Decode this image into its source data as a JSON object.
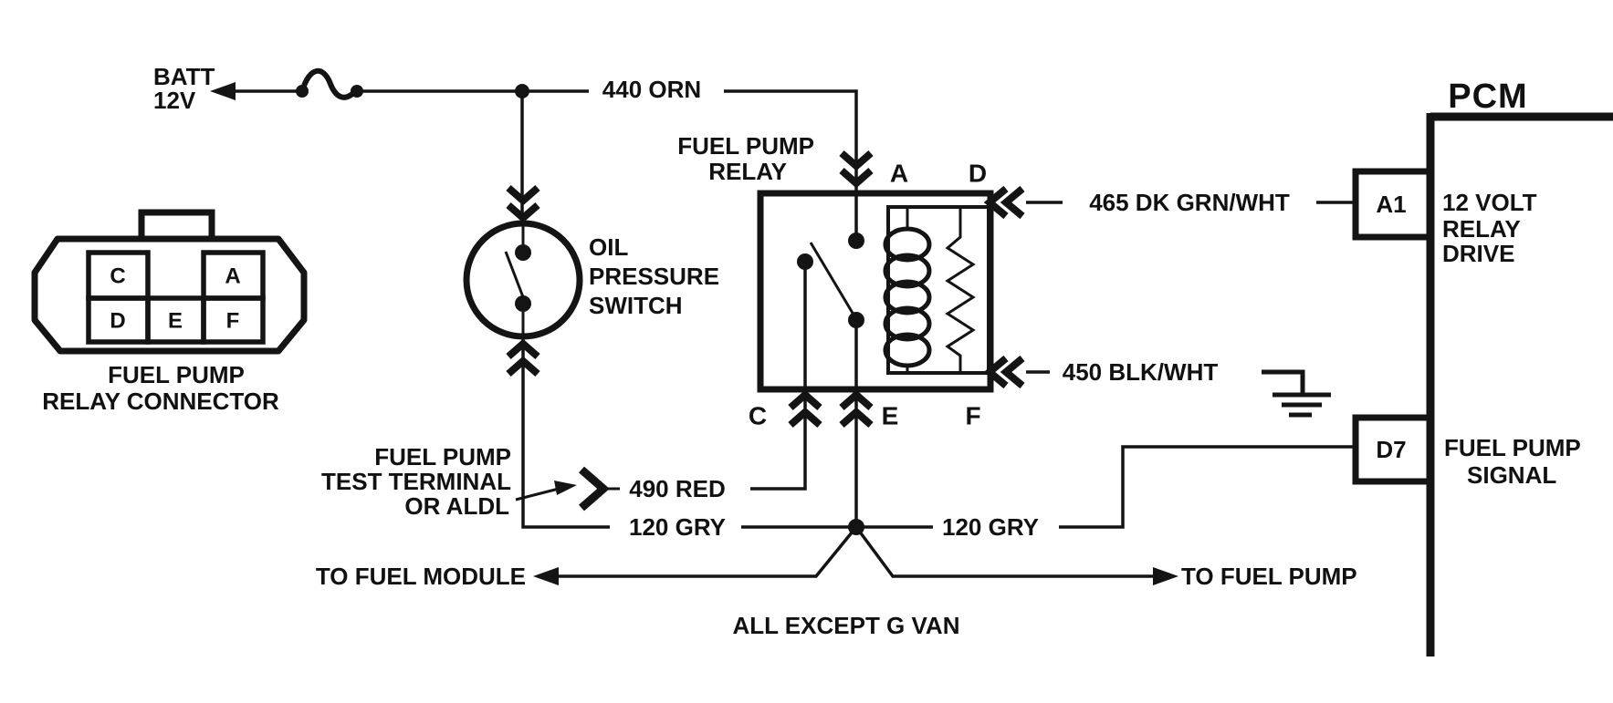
{
  "colors": {
    "ink": "#141414",
    "background": "#ffffff"
  },
  "battery": {
    "line1": "BATT",
    "line2": "12V"
  },
  "wires": {
    "orn": "440 ORN",
    "dk_grn_wht": "465 DK GRN/WHT",
    "blk_wht": "450 BLK/WHT",
    "red": "490 RED",
    "gry_left": "120 GRY",
    "gry_right": "120 GRY"
  },
  "relay": {
    "name_line1": "FUEL PUMP",
    "name_line2": "RELAY",
    "terminal_a": "A",
    "terminal_d": "D",
    "terminal_c": "C",
    "terminal_e": "E",
    "terminal_f": "F"
  },
  "oil_pressure_switch": {
    "line1": "OIL",
    "line2": "PRESSURE",
    "line3": "SWITCH"
  },
  "connector": {
    "pin_c": "C",
    "pin_a": "A",
    "pin_d": "D",
    "pin_e": "E",
    "pin_f": "F",
    "caption_line1": "FUEL PUMP",
    "caption_line2": "RELAY CONNECTOR"
  },
  "test_terminal": {
    "line1": "FUEL PUMP",
    "line2": "TEST TERMINAL",
    "line3": "OR ALDL"
  },
  "pcm": {
    "title": "PCM",
    "pin_a1": "A1",
    "pin_a1_line1": "12 VOLT",
    "pin_a1_line2": "RELAY",
    "pin_a1_line3": "DRIVE",
    "pin_d7": "D7",
    "pin_d7_line1": "FUEL PUMP",
    "pin_d7_line2": "SIGNAL"
  },
  "destinations": {
    "left": "TO FUEL MODULE",
    "right": "TO FUEL PUMP"
  },
  "footnote": "ALL EXCEPT G VAN"
}
